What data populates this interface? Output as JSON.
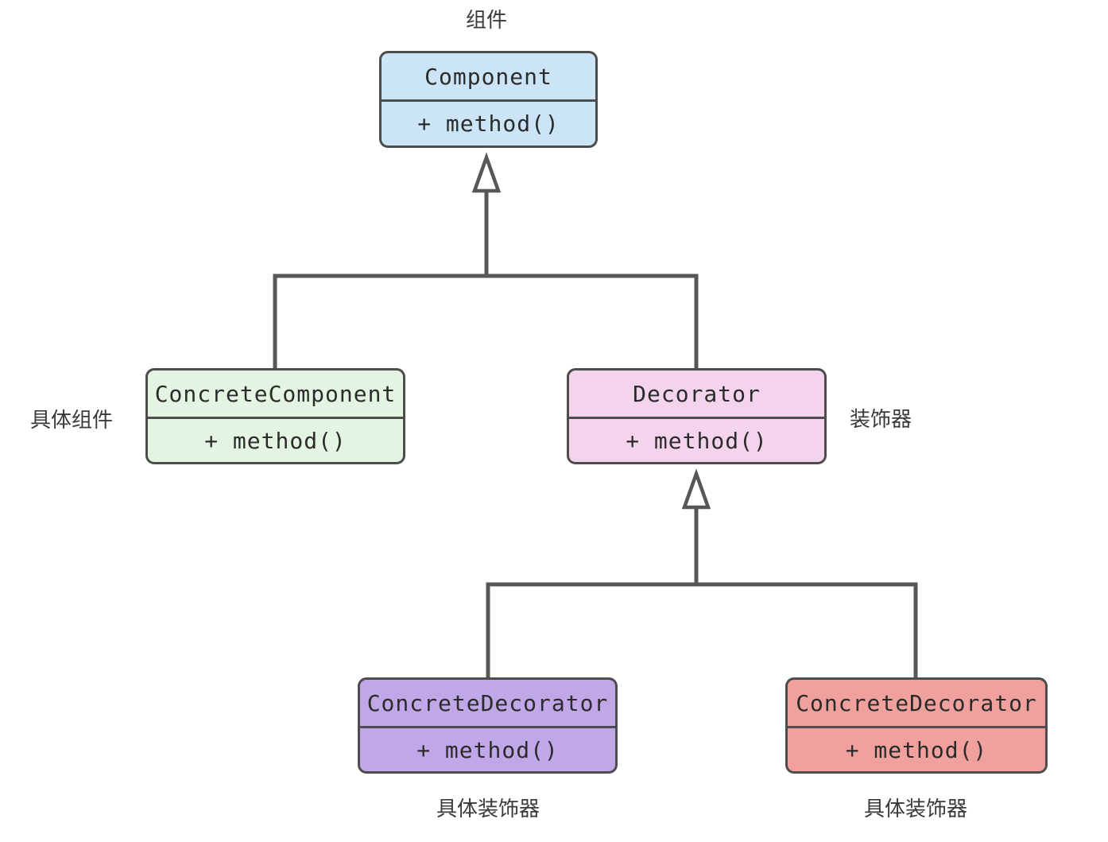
{
  "colors": {
    "line": "#575757",
    "border": "#4d4d4d",
    "text": "#2b2b2b",
    "annotation_text": "#3a3a3a",
    "arrow_fill": "#ffffff",
    "component_fill": "#cbe5f6",
    "concrete_component_fill": "#e4f4e3",
    "decorator_fill": "#f4d4ec",
    "concrete_decorator_left_fill": "#c0a8e8",
    "concrete_decorator_right_fill": "#f0a19e"
  },
  "nodes": {
    "component": {
      "title": "Component",
      "method": "+ method()",
      "annotation": "组件"
    },
    "concrete_component": {
      "title": "ConcreteComponent",
      "method": "+ method()",
      "annotation": "具体组件"
    },
    "decorator": {
      "title": "Decorator",
      "method": "+ method()",
      "annotation": "装饰器"
    },
    "concrete_decorator_left": {
      "title": "ConcreteDecorator",
      "method": "+ method()",
      "annotation": "具体装饰器"
    },
    "concrete_decorator_right": {
      "title": "ConcreteDecorator",
      "method": "+ method()",
      "annotation": "具体装饰器"
    }
  }
}
